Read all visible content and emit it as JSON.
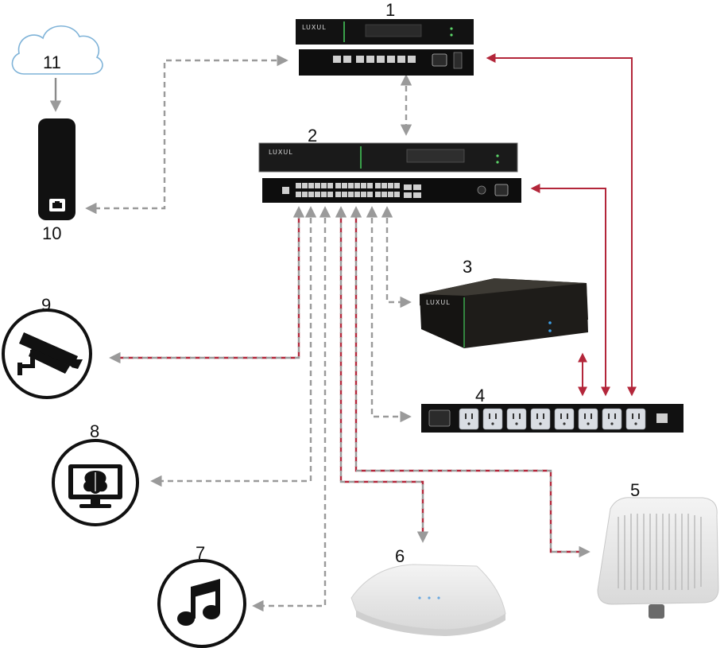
{
  "brand": "LUXUL",
  "device_labels": {
    "router": "1",
    "switch": "2",
    "controller": "3",
    "pdu": "4",
    "outdoor_ap": "5",
    "indoor_ap": "6",
    "audio": "7",
    "display": "8",
    "camera": "9",
    "modem": "10",
    "internet": "11"
  },
  "colors": {
    "data_link": "#9a9a9a",
    "power_link": "#b3263a",
    "device_dark": "#111111",
    "circle_stroke": "#111111",
    "cloud_stroke": "#7fb3d8"
  },
  "icons": {
    "camera": "security-camera-icon",
    "display": "monitor-brain-icon",
    "audio": "music-note-icon",
    "internet": "cloud-icon",
    "modem": "ethernet-port-icon"
  }
}
